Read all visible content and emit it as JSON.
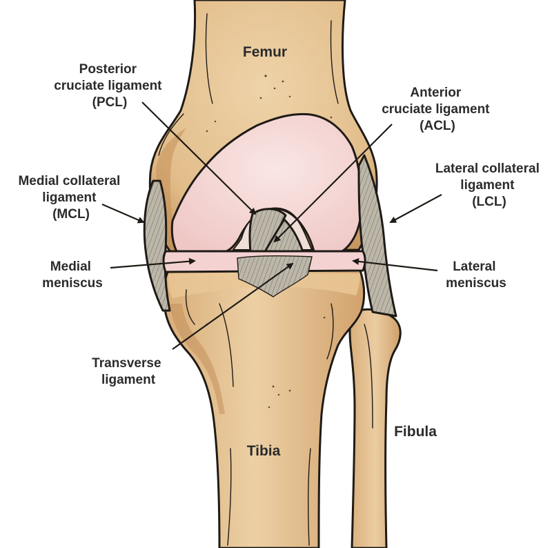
{
  "labels": {
    "femur": "Femur",
    "tibia": "Tibia",
    "fibula": "Fibula",
    "pcl": [
      "Posterior",
      "cruciate ligament",
      "(PCL)"
    ],
    "acl": [
      "Anterior",
      "cruciate ligament",
      "(ACL)"
    ],
    "mcl": [
      "Medial collateral",
      "ligament",
      "(MCL)"
    ],
    "lcl": [
      "Lateral collateral",
      "ligament",
      "(LCL)"
    ],
    "medial_meniscus": [
      "Medial",
      "meniscus"
    ],
    "lateral_meniscus": [
      "Lateral",
      "meniscus"
    ],
    "transverse_ligament": [
      "Transverse",
      "ligament"
    ]
  },
  "colors": {
    "bone": "#e7c89b",
    "bone_shadow": "#c99b68",
    "cartilage": "#f6d9d9",
    "ligament": "#b9b2a4",
    "line": "#1e1a16",
    "text": "#2b2b2b"
  }
}
